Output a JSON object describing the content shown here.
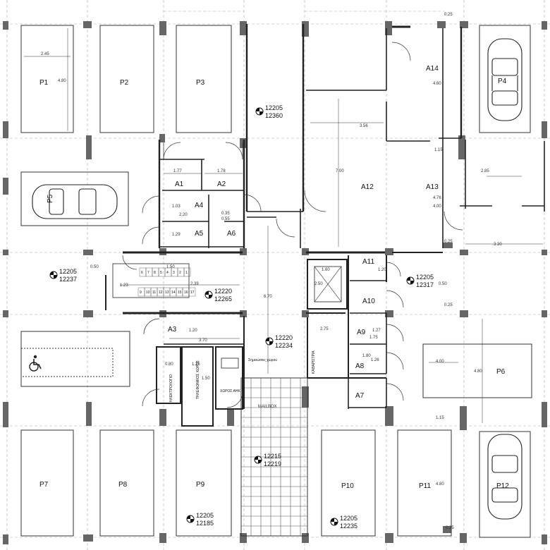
{
  "parking": [
    {
      "label": "P1",
      "dim_w": "2.45",
      "dim_h": "4.80"
    },
    {
      "label": "P2",
      "dim_w": "",
      "dim_h": ""
    },
    {
      "label": "P3",
      "dim_w": "",
      "dim_h": ""
    },
    {
      "label": "P4",
      "dim_w": "",
      "dim_h": ""
    },
    {
      "label": "P5",
      "dim_w": "",
      "dim_h": ""
    },
    {
      "label": "P6",
      "dim_w": "",
      "dim_h": "4.80"
    },
    {
      "label": "P7",
      "dim_w": "",
      "dim_h": ""
    },
    {
      "label": "P8",
      "dim_w": "",
      "dim_h": ""
    },
    {
      "label": "P9",
      "dim_w": "",
      "dim_h": ""
    },
    {
      "label": "P10",
      "dim_w": "",
      "dim_h": ""
    },
    {
      "label": "P11",
      "dim_w": "",
      "dim_h": ""
    },
    {
      "label": "P12",
      "dim_w": "",
      "dim_h": ""
    }
  ],
  "storage": [
    {
      "label": "A1",
      "dim": "1.77"
    },
    {
      "label": "A2",
      "dim": "1.78"
    },
    {
      "label": "A3",
      "dim": "1.20"
    },
    {
      "label": "A4",
      "dim": "1.03"
    },
    {
      "label": "A5",
      "dim": "1.29"
    },
    {
      "label": "A6",
      "dim": "0.55"
    },
    {
      "label": "A7",
      "dim": ""
    },
    {
      "label": "A8",
      "dim": "1.26"
    },
    {
      "label": "A9",
      "dim": "1.27"
    },
    {
      "label": "A10",
      "dim": ""
    },
    {
      "label": "A11",
      "dim": "1.20"
    },
    {
      "label": "A12",
      "dim": "3.56"
    },
    {
      "label": "A13",
      "dim": "4.76"
    },
    {
      "label": "A14",
      "dim": "4.60"
    }
  ],
  "elevations": [
    {
      "top": "12205",
      "bottom": "12360"
    },
    {
      "top": "12205",
      "bottom": "12237"
    },
    {
      "top": "12220",
      "bottom": "12265"
    },
    {
      "top": "12205",
      "bottom": "12317"
    },
    {
      "top": "12220",
      "bottom": "12234"
    },
    {
      "top": "12215",
      "bottom": "12219"
    },
    {
      "top": "12205",
      "bottom": "12185"
    },
    {
      "top": "12205",
      "bottom": "12235"
    }
  ],
  "dimensions": {
    "top_right": "0.25",
    "a12_height": "7.00",
    "a13_height": "4.00",
    "a13_right": "2.85",
    "between": "1.15",
    "r_wide": "3.30",
    "r_small": "0.25",
    "mid_ramp": "6.70",
    "corr_left": "0.50",
    "corr_width": "2.39",
    "corr_h": "1.23",
    "lift_w": "1.60",
    "lift_h": "2.50",
    "a3_width": "3.70",
    "bottom_w": "2.75",
    "wc_w": "0.80",
    "wc_w2": "1.25",
    "wc_h": "1.50",
    "a8_dim": "1.80",
    "a9_dim": "1.75",
    "right_mid": "0.25",
    "right_mid2": "0.50",
    "right_b1": "1.15",
    "right_b2": "4.80",
    "right_b3": "0.25",
    "p6_w": "4.00",
    "a4_dim": "2.20",
    "a6_dim": "0.35",
    "corr_top": "1.50"
  },
  "labels": {
    "mailbox": "MAILBOX",
    "room_elec": "ΗΛΕΚΤΡΟΛΟΓΙΟ",
    "room_tel": "ΤΗΛΕΦΩΝΙΚΟΣ ΧΩΡΟΣ",
    "room_water": "ΧΩΡΟΣ ΑΗΚ",
    "room_gas": "ΚΑΘΑΡΙΣΤΡΙΑ",
    "notice_text": "Σημειώσεις χώρου",
    "stair_up": [
      "6",
      "7",
      "8",
      "5",
      "4",
      "3",
      "2",
      "1"
    ],
    "stair_dn": [
      "9",
      "10",
      "11",
      "12",
      "13",
      "14",
      "15",
      "16",
      "17"
    ]
  },
  "icons": [
    "wheelchair-icon",
    "car-icon",
    "elevation-marker-icon"
  ]
}
